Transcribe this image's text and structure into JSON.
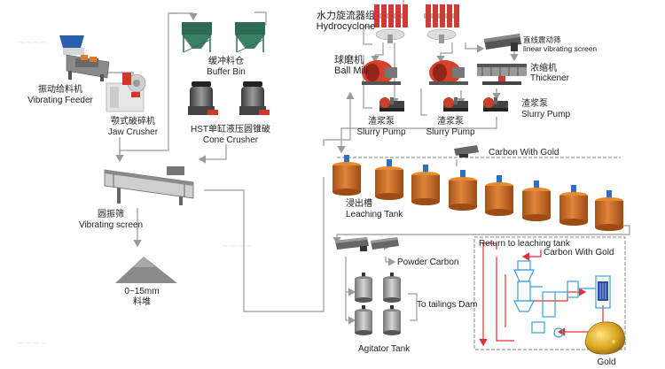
{
  "title": {
    "cn": "水力旋流器组",
    "en": "Hydrocyclone"
  },
  "equipment": {
    "vibrating_feeder": {
      "cn": "振动给料机",
      "en": "Vibrating Feeder"
    },
    "jaw_crusher": {
      "cn": "颚式破碎机",
      "en": "Jaw Crusher"
    },
    "buffer_bin": {
      "cn": "缓冲料仓",
      "en": "Buffer Bin"
    },
    "cone_crusher": {
      "cn": "HST单缸液压圆锥破",
      "en": "Cone Crusher"
    },
    "vibrating_screen": {
      "cn": "圆振筛",
      "en": "Vibrating screen"
    },
    "stockpile": {
      "size": "0~15mm",
      "cn": "料堆"
    },
    "ball_mill": {
      "cn": "球磨机",
      "en": "Ball Mill"
    },
    "slurry_pump_1": {
      "cn": "渣浆泵",
      "en": "Slurry Pump"
    },
    "slurry_pump_2": {
      "cn": "渣浆泵",
      "en": "Slurry Pump"
    },
    "slurry_pump_3": {
      "cn": "渣浆泵",
      "en": "Slurry Pump"
    },
    "linear_screen": {
      "cn": "直线震动筛",
      "en": "linear vibrating screen"
    },
    "thickener": {
      "cn": "浓缩机",
      "en": "Thickener"
    },
    "leaching_tank": {
      "cn": "浸出槽",
      "en": "Leaching Tank"
    },
    "carbon_with_gold": "Carbon With Gold",
    "powder_carbon": "Powder Carbon",
    "to_tailings_dam": "To tailings Dam",
    "agitator_tank": "Agitator Tank",
    "return_to_leaching": "Return to leaching tank",
    "carbon_with_gold_2": "Carbon With Gold",
    "gold": "Gold"
  },
  "colors": {
    "flow_line": "#9a9a9a",
    "tank_body": "#c8691e",
    "tank_rim": "#e88a2e",
    "motor_blue": "#2f6fc0",
    "hydro_red": "#d23a3a",
    "mill_red": "#d8402b",
    "bin_green": "#2f6a55",
    "electro_red": "#e23030",
    "electro_blue": "#3a9ee0",
    "gold": "#d9a521"
  }
}
